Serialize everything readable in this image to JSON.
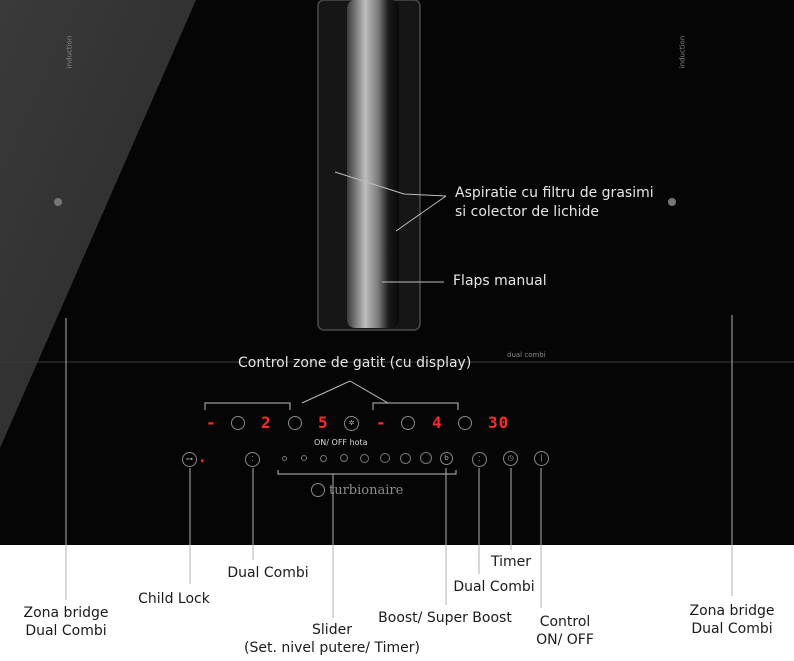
{
  "hob": {
    "side_label_left": "induction",
    "side_label_right": "induction",
    "zone_tag": "dual combi",
    "hood_button_label": "ON/ OFF hota",
    "brand": "turbionaire"
  },
  "displays": {
    "d1": "-",
    "d2": "2",
    "d3": "5",
    "d4": "-",
    "d5": "4",
    "d6": "30",
    "lock_dot": "."
  },
  "callouts": {
    "aspiratie_line1": "Aspiratie cu filtru de grasimi",
    "aspiratie_line2": "si colector de lichide",
    "flaps": "Flaps manual",
    "control_zone": "Control zone de gatit (cu display)",
    "zona_bridge_left_line1": "Zona bridge",
    "zona_bridge_left_line2": "Dual Combi",
    "child_lock": "Child Lock",
    "dual_combi_left": "Dual Combi",
    "slider_line1": "Slider",
    "slider_line2": "(Set. nivel putere/ Timer)",
    "boost": "Boost/ Super Boost",
    "dual_combi_right": "Dual Combi",
    "timer": "Timer",
    "control_line1": "Control",
    "control_line2": "ON/ OFF",
    "zona_bridge_right_line1": "Zona bridge",
    "zona_bridge_right_line2": "Dual Combi"
  },
  "icons": {
    "lock": "key-icon",
    "fan": "fan-icon",
    "boost": "boost-icon",
    "timer": "clock-icon",
    "power": "power-icon",
    "dual": "dual-zone-icon",
    "brand": "swirl-icon"
  }
}
